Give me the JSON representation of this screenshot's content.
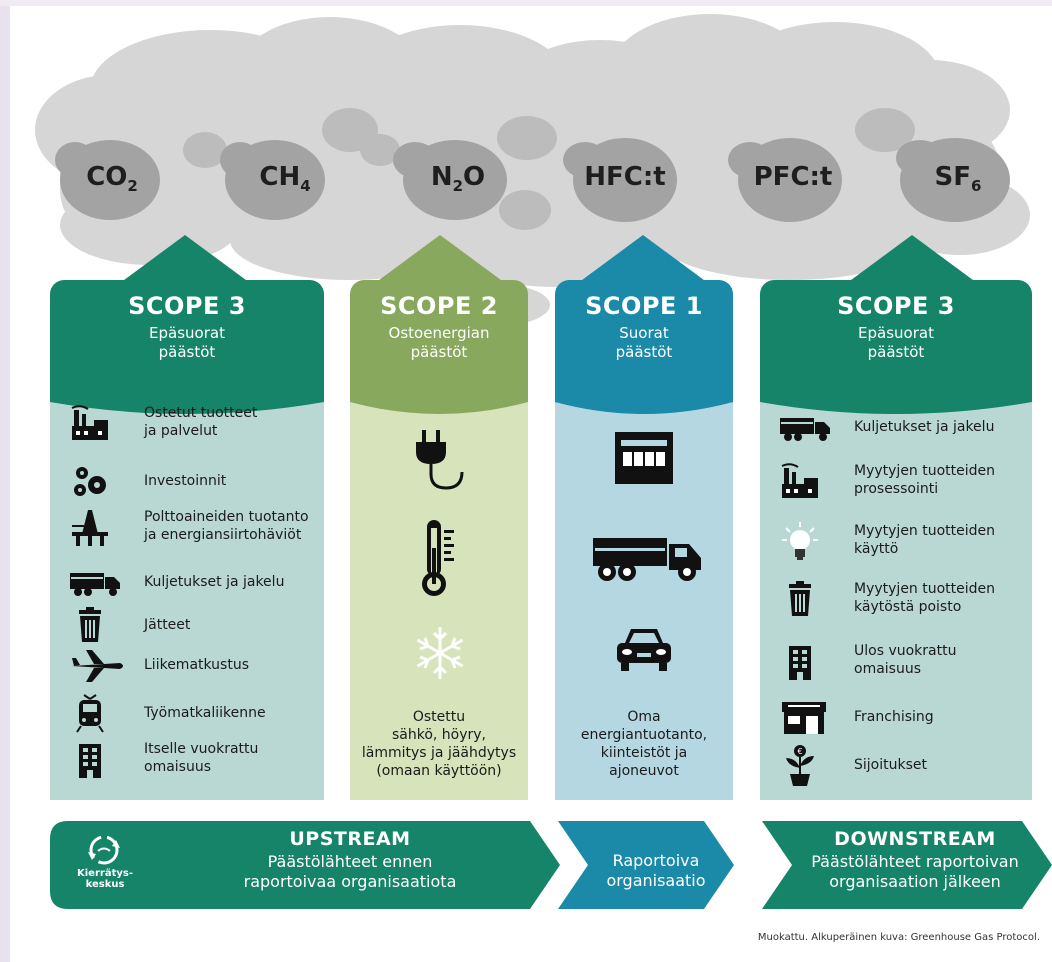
{
  "gases": [
    {
      "base": "CO",
      "sub": "2"
    },
    {
      "base": "CH",
      "sub": "4"
    },
    {
      "base": "N",
      "sub": "2",
      "tail": "O"
    },
    {
      "base": "HFC:t",
      "sub": ""
    },
    {
      "base": "PFC:t",
      "sub": ""
    },
    {
      "base": "SF",
      "sub": "6"
    }
  ],
  "columns": {
    "scope3_up": {
      "title": "SCOPE 3",
      "subtitle1": "Epäsuorat",
      "subtitle2": "päästöt",
      "color": "#158469",
      "bg": "#b9d8d4",
      "items": [
        {
          "icon": "factory-icon",
          "l1": "Ostetut tuotteet",
          "l2": "ja palvelut"
        },
        {
          "icon": "gears-icon",
          "l1": "Investoinnit",
          "l2": ""
        },
        {
          "icon": "oil-rig-icon",
          "l1": "Polttoaineiden tuotanto",
          "l2": "ja energiansiirtohäviöt"
        },
        {
          "icon": "truck-icon",
          "l1": "Kuljetukset ja jakelu",
          "l2": ""
        },
        {
          "icon": "trash-bin-icon",
          "l1": "Jätteet",
          "l2": ""
        },
        {
          "icon": "airplane-icon",
          "l1": "Liikematkustus",
          "l2": ""
        },
        {
          "icon": "train-icon",
          "l1": "Työmatkaliikenne",
          "l2": ""
        },
        {
          "icon": "building-icon",
          "l1": "Itselle vuokrattu",
          "l2": "omaisuus"
        }
      ]
    },
    "scope2": {
      "title": "SCOPE 2",
      "subtitle1": "Ostoenergian",
      "subtitle2": "päästöt",
      "color": "#87a85d",
      "bg": "#d6e3bb",
      "icons": [
        "power-plug-icon",
        "thermometer-icon",
        "snowflake-icon"
      ],
      "note": [
        "Ostettu",
        "sähkö, höyry,",
        "lämmitys ja jäähdytys",
        "(omaan käyttöön)"
      ]
    },
    "scope1": {
      "title": "SCOPE 1",
      "subtitle1": "Suorat",
      "subtitle2": "päästöt",
      "color": "#1b8aa8",
      "bg": "#b5d7e2",
      "icons": [
        "factory-building-icon",
        "truck-icon",
        "car-icon"
      ],
      "note": [
        "Oma",
        "energiantuotanto,",
        "kiinteistöt ja",
        "ajoneuvot"
      ]
    },
    "scope3_down": {
      "title": "SCOPE 3",
      "subtitle1": "Epäsuorat",
      "subtitle2": "päästöt",
      "color": "#158469",
      "bg": "#b9d8d4",
      "items": [
        {
          "icon": "truck-icon",
          "l1": "Kuljetukset ja jakelu",
          "l2": ""
        },
        {
          "icon": "factory-icon",
          "l1": "Myytyjen tuotteiden",
          "l2": "prosessointi"
        },
        {
          "icon": "light-bulb-icon",
          "l1": "Myytyjen tuotteiden",
          "l2": "käyttö"
        },
        {
          "icon": "trash-bin-icon",
          "l1": "Myytyjen tuotteiden",
          "l2": "käytöstä poisto"
        },
        {
          "icon": "building-icon",
          "l1": "Ulos vuokrattu",
          "l2": "omaisuus"
        },
        {
          "icon": "shop-icon",
          "l1": "Franchising",
          "l2": ""
        },
        {
          "icon": "money-plant-icon",
          "l1": "Sijoitukset",
          "l2": ""
        }
      ]
    }
  },
  "bottom": {
    "upstream": {
      "title": "UPSTREAM",
      "l1": "Päästölähteet ennen",
      "l2": "raportoivaa organisaatiota",
      "color": "#158469"
    },
    "reporting": {
      "l1": "Raportoiva",
      "l2": "organisaatio",
      "color": "#1b8aa8"
    },
    "downstream": {
      "title": "DOWNSTREAM",
      "l1": "Päästölähteet raportoivan",
      "l2": "organisaation jälkeen",
      "color": "#158469"
    },
    "logo_l1": "Kierrätys-",
    "logo_l2": "keskus"
  },
  "footer": "Muokattu. Alkuperäinen kuva: Greenhouse Gas Protocol."
}
